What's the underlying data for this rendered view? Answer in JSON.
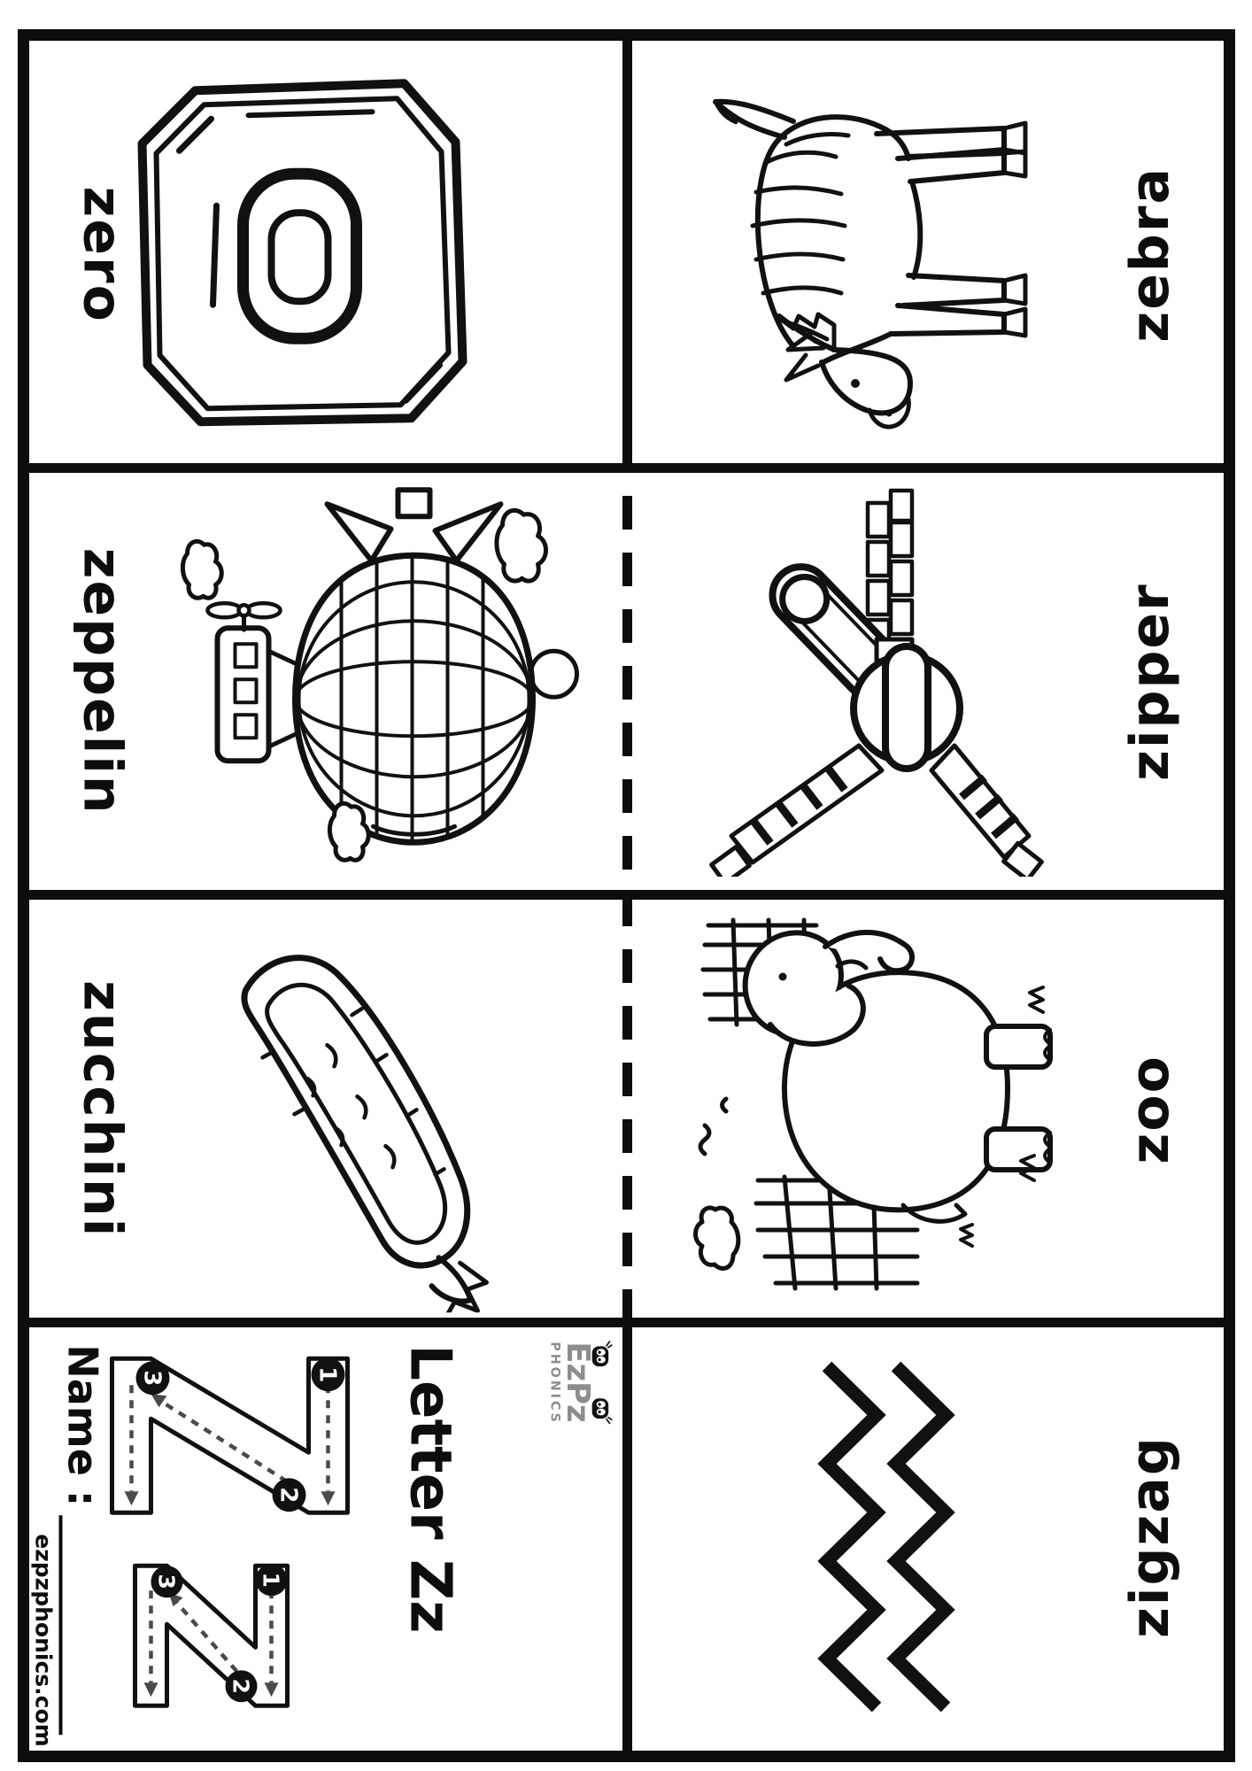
{
  "sheet": {
    "ink_color": "#0d0d0d",
    "paper_color": "#ffffff",
    "logo_gray": "#8d8d8d"
  },
  "cards": {
    "title": {
      "logo_brand": "EzPz",
      "logo_sub": "PHONICS",
      "heading": "Letter Zz",
      "name_label": "Name :",
      "website": "ezpzphonics.com",
      "trace_uppercase": "Z",
      "trace_lowercase": "z",
      "trace_steps": [
        "1",
        "2",
        "3"
      ]
    },
    "zero": {
      "word": "zero"
    },
    "zeppelin": {
      "word": "zeppelin"
    },
    "zucchini": {
      "word": "zucchini"
    },
    "zigzag": {
      "word": "zigzag"
    },
    "zoo": {
      "word": "zoo"
    },
    "zipper": {
      "word": "zipper"
    },
    "zebra": {
      "word": "zebra"
    }
  }
}
